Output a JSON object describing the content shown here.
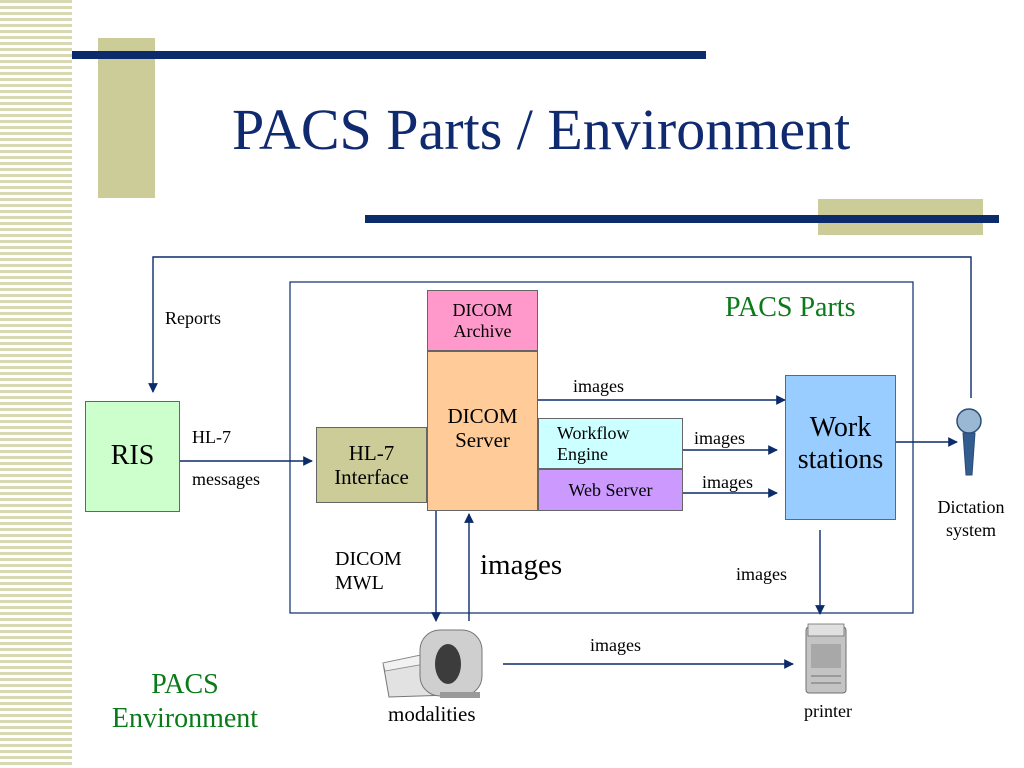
{
  "title": "PACS Parts / Environment",
  "colors": {
    "title": "#0f2a6e",
    "accent_bar": "#0b2b6b",
    "tan": "#cccc99",
    "green_text": "#0a7a1a",
    "ris_fill": "#ccffcc",
    "hl7_fill": "#cccc99",
    "archive_fill": "#ff99cc",
    "server_fill": "#ffcc99",
    "workflow_fill": "#ccffff",
    "webserver_fill": "#cc99ff",
    "workstations_fill": "#99ccff"
  },
  "diagram": {
    "pacs_parts_label": "PACS Parts",
    "pacs_environment_label": [
      "PACS",
      "Environment"
    ],
    "nodes": {
      "ris": "RIS",
      "hl7_interface": [
        "HL-7",
        "Interface"
      ],
      "dicom_archive": [
        "DICOM",
        "Archive"
      ],
      "dicom_server": [
        "DICOM",
        "Server"
      ],
      "workflow_engine": [
        "Workflow",
        "Engine"
      ],
      "web_server": "Web Server",
      "workstations": [
        "Work",
        "stations"
      ],
      "dictation_system": [
        "Dictation",
        "system"
      ],
      "modalities": "modalities",
      "printer": "printer"
    },
    "edge_labels": {
      "reports": "Reports",
      "hl7": "HL-7",
      "messages": "messages",
      "images_server_to_ws": "images",
      "images_workflow_to_ws": "images",
      "images_web_to_ws": "images",
      "dicom": "DICOM",
      "mwl": "MWL",
      "images_modalities_up": "images",
      "images_ws_to_printer": "images",
      "images_modalities_to_printer": "images"
    }
  }
}
